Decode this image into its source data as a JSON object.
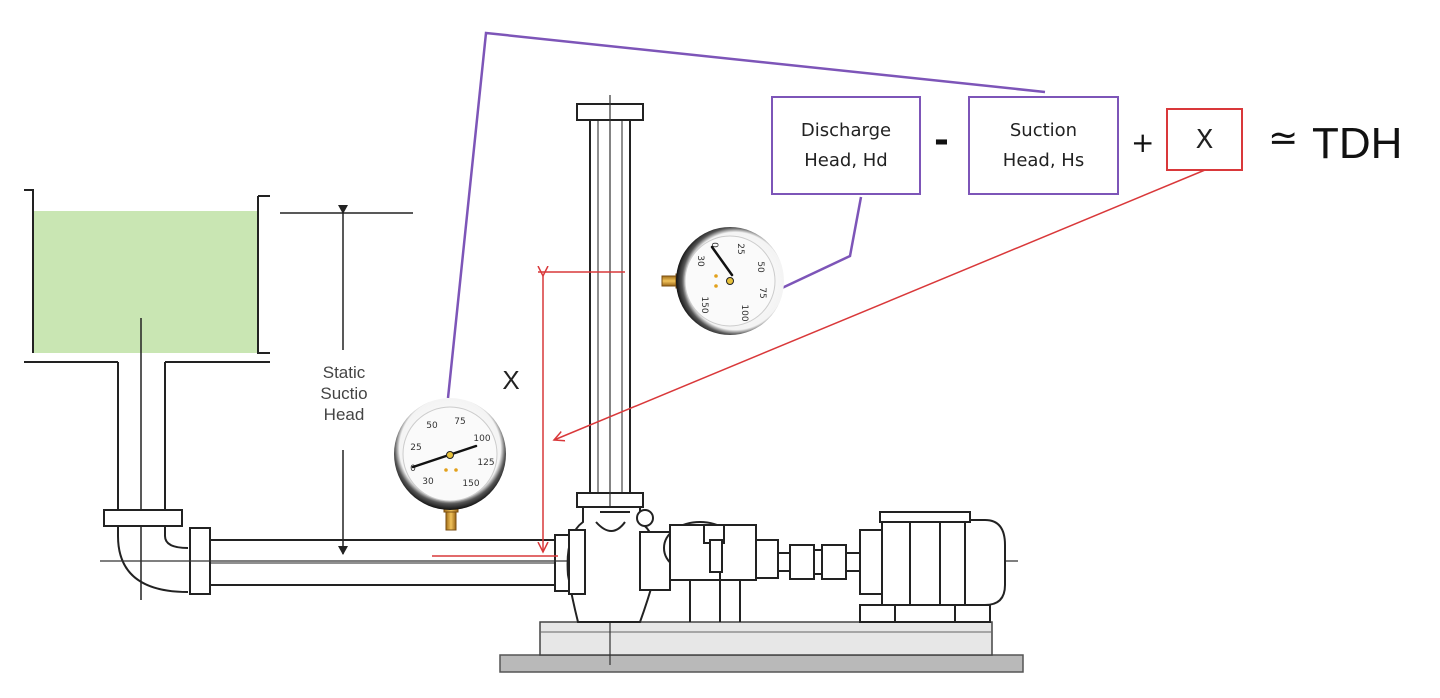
{
  "equation": {
    "discharge_line1": "Discharge",
    "discharge_line2": "Head, Hd",
    "minus": "-",
    "suction_line1": "Suction",
    "suction_line2": "Head, Hs",
    "plus": "+",
    "x_box": "X",
    "approx": "≃",
    "result": "TDH"
  },
  "labels": {
    "x_height": "X",
    "static_line1": "Static",
    "static_line2": "Suctio",
    "static_line3": "Head"
  },
  "suction_gauge": {
    "ticks": [
      "0",
      "25",
      "50",
      "75",
      "100",
      "125",
      "150",
      "30"
    ]
  },
  "discharge_gauge": {
    "ticks": [
      "0",
      "25",
      "50",
      "75",
      "100",
      "150",
      "30"
    ]
  },
  "colors": {
    "fluid": "#c9e6b3",
    "purple_lines": "#7d55b8",
    "red_lines": "#d9383a"
  }
}
